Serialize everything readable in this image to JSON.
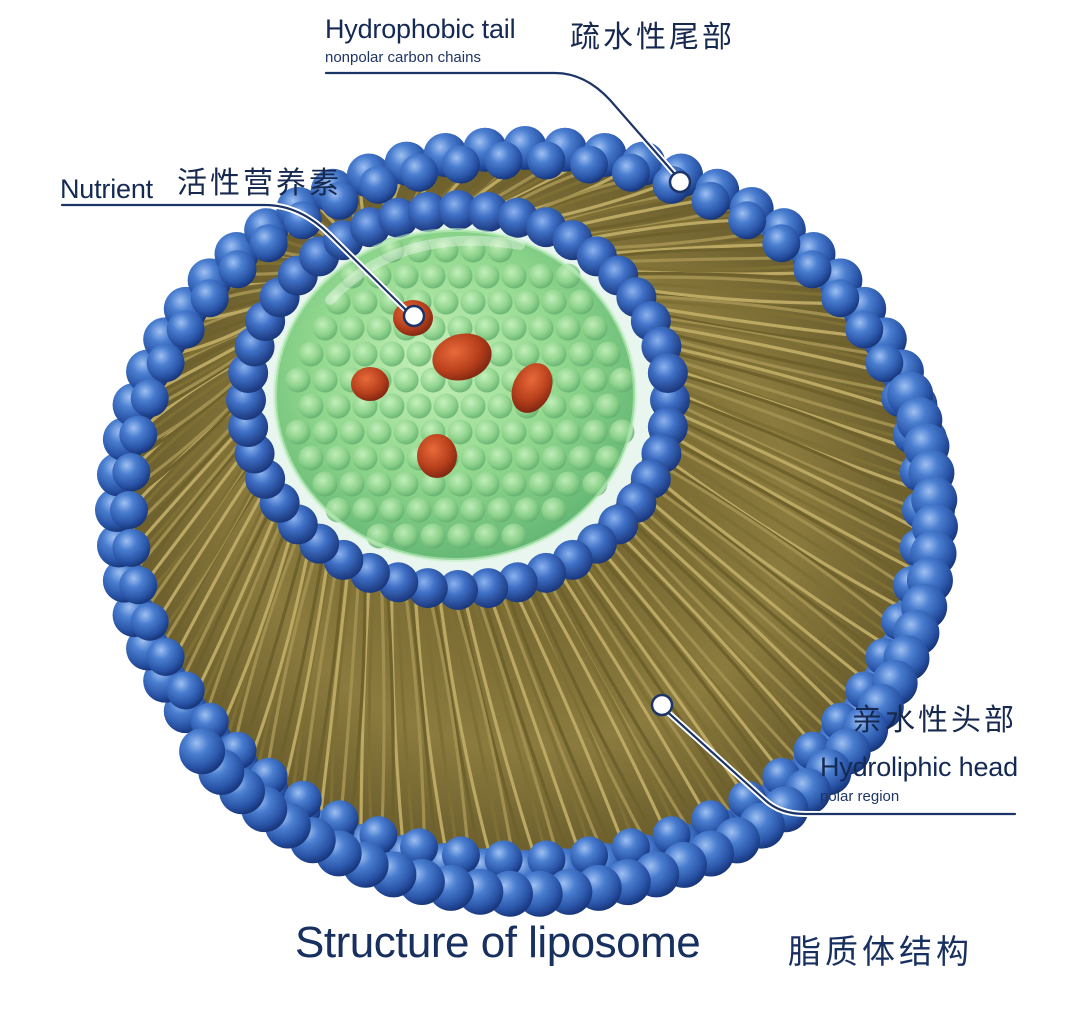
{
  "labels": {
    "tail": {
      "en": "Hydrophobic tail",
      "sub": "nonpolar carbon chains",
      "zh": "疏水性尾部"
    },
    "nutrient": {
      "en": "Nutrient",
      "zh": "活性营养素"
    },
    "head": {
      "en": "Hydroliphic head",
      "sub": "polar region",
      "zh": "亲水性头部"
    }
  },
  "title": {
    "en": "Structure of liposome",
    "zh": "脂质体结构"
  },
  "colors": {
    "head_blue": "#3f6fc4",
    "head_dark": "#1e3d86",
    "tail_gold": "#8a7a3e",
    "core_green": "#8fd88a",
    "nutrient_red": "#b8401c",
    "text_navy": "#142a55"
  }
}
